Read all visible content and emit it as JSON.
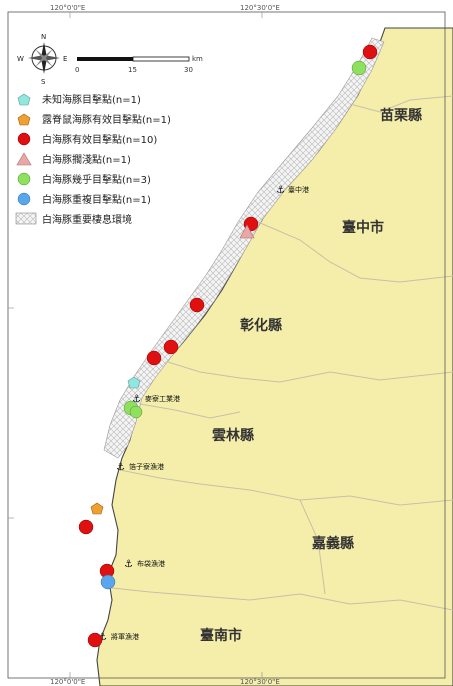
{
  "coords": {
    "lon_top_left": "120°0'0\"E",
    "lon_top_right": "120°30'0\"E",
    "lon_bottom_left": "120°0'0\"E",
    "lon_bottom_right": "120°30'0\"E"
  },
  "compass": {
    "n": "N",
    "s": "S",
    "e": "E",
    "w": "W"
  },
  "scale": {
    "t0": "0",
    "t1": "15",
    "t2": "30",
    "unit": "km"
  },
  "legend": {
    "items": [
      {
        "label": "未知海豚目擊點(n=1)",
        "color": "#8fe7dd"
      },
      {
        "label": "露脊鼠海豚有效目擊點(n=1)",
        "color": "#f0a030"
      },
      {
        "label": "白海豚有效目擊點(n=10)",
        "color": "#e01010"
      },
      {
        "label": "白海豚擱淺點(n=1)",
        "color": "#e9a8a8"
      },
      {
        "label": "白海豚幾乎目擊點(n=3)",
        "color": "#90e060"
      },
      {
        "label": "白海豚重複目擊點(n=1)",
        "color": "#5aa6ec"
      },
      {
        "label": "白海豚重要棲息環境",
        "color": "#e6e6e6"
      }
    ]
  },
  "regions": {
    "miaoli": "苗栗縣",
    "taichung": "臺中市",
    "changhua": "彰化縣",
    "yunlin": "雲林縣",
    "chiayi": "嘉義縣",
    "tainan": "臺南市"
  },
  "ports": {
    "taichung": "臺中港",
    "mailiao": "麥寮工業港",
    "taixi": "箔子寮漁港",
    "budai": "布袋漁港",
    "jiangjun": "將軍漁港"
  },
  "colors": {
    "land": "#f5eeaa",
    "border": "#c8bfa8",
    "coast": "#444444"
  }
}
